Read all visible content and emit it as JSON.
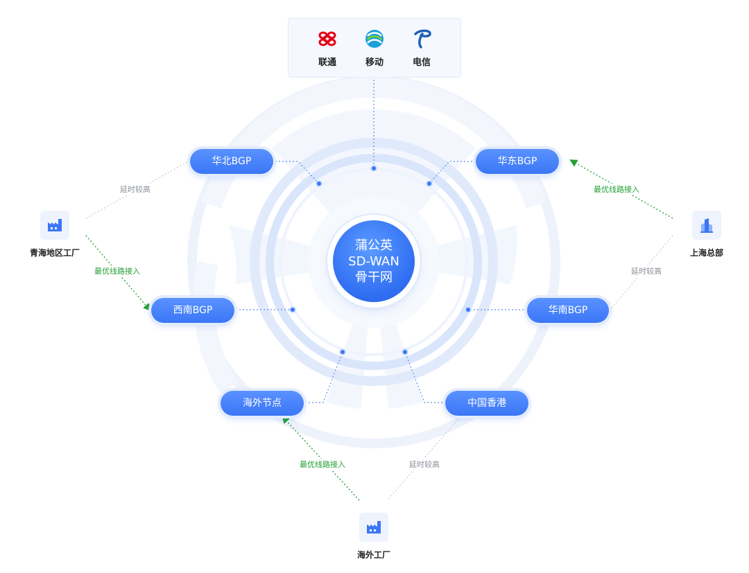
{
  "carriers": [
    {
      "label": "联通",
      "icon": "china-unicom-logo",
      "color": "#e60012"
    },
    {
      "label": "移动",
      "icon": "china-mobile-logo",
      "color": "#1aa0d8"
    },
    {
      "label": "电信",
      "icon": "china-telecom-logo",
      "color": "#1f5fb5"
    }
  ],
  "core": {
    "line1": "蒲公英",
    "line2": "SD-WAN",
    "line3": "骨干网"
  },
  "nodes": {
    "north": "华北BGP",
    "east": "华东BGP",
    "southwest": "西南BGP",
    "south": "华南BGP",
    "overseas": "海外节点",
    "hongkong": "中国香港"
  },
  "sites": {
    "qinghai": "青海地区工厂",
    "shanghai": "上海总部",
    "overseas": "海外工厂"
  },
  "tags": {
    "best": "最优线路接入",
    "slow": "延时较高"
  },
  "colors": {
    "accent": "#3b76f6",
    "best_route": "#25a035",
    "slow_route": "#b8bcc4",
    "dotted_link": "#5a8ef0"
  }
}
